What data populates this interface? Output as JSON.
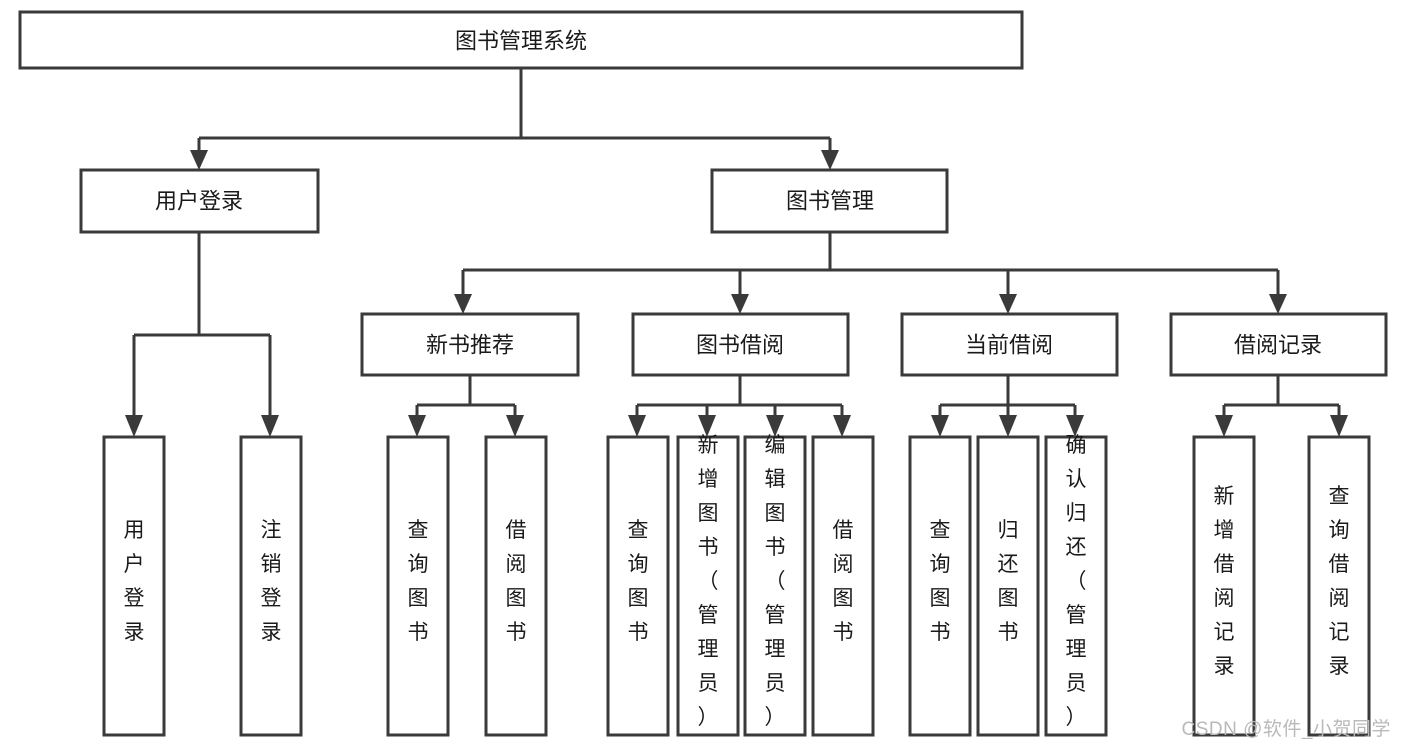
{
  "diagram": {
    "title": "图书管理系统",
    "type": "hierarchy-tree",
    "orientation": "top-down",
    "background_color": "#ffffff",
    "box_stroke_color": "#3a3a3a",
    "box_fill_color": "#ffffff",
    "text_color": "#1a1a1a",
    "levels": [
      {
        "level": 1,
        "nodes": [
          {
            "id": "root",
            "label": "图书管理系统",
            "text_orientation": "horizontal"
          }
        ]
      },
      {
        "level": 2,
        "nodes": [
          {
            "id": "login",
            "label": "用户登录",
            "text_orientation": "horizontal",
            "parent": "root"
          },
          {
            "id": "bookmgmt",
            "label": "图书管理",
            "text_orientation": "horizontal",
            "parent": "root"
          }
        ]
      },
      {
        "level": 3,
        "nodes": [
          {
            "id": "newbook",
            "label": "新书推荐",
            "text_orientation": "horizontal",
            "parent": "bookmgmt"
          },
          {
            "id": "borrow",
            "label": "图书借阅",
            "text_orientation": "horizontal",
            "parent": "bookmgmt"
          },
          {
            "id": "current",
            "label": "当前借阅",
            "text_orientation": "horizontal",
            "parent": "bookmgmt"
          },
          {
            "id": "records",
            "label": "借阅记录",
            "text_orientation": "horizontal",
            "parent": "bookmgmt"
          }
        ]
      },
      {
        "level": 4,
        "nodes": [
          {
            "id": "leaf-login-1",
            "label": "用户登录",
            "text_orientation": "vertical",
            "parent": "login"
          },
          {
            "id": "leaf-login-2",
            "label": "注销登录",
            "text_orientation": "vertical",
            "parent": "login"
          },
          {
            "id": "leaf-newbook-1",
            "label": "查询图书",
            "text_orientation": "vertical",
            "parent": "newbook"
          },
          {
            "id": "leaf-newbook-2",
            "label": "借阅图书",
            "text_orientation": "vertical",
            "parent": "newbook"
          },
          {
            "id": "leaf-borrow-1",
            "label": "查询图书",
            "text_orientation": "vertical",
            "parent": "borrow"
          },
          {
            "id": "leaf-borrow-2",
            "label": "新增图书（管理员）",
            "text_orientation": "vertical",
            "parent": "borrow"
          },
          {
            "id": "leaf-borrow-3",
            "label": "编辑图书（管理员）",
            "text_orientation": "vertical",
            "parent": "borrow"
          },
          {
            "id": "leaf-borrow-4",
            "label": "借阅图书",
            "text_orientation": "vertical",
            "parent": "borrow"
          },
          {
            "id": "leaf-current-1",
            "label": "查询图书",
            "text_orientation": "vertical",
            "parent": "current"
          },
          {
            "id": "leaf-current-2",
            "label": "归还图书",
            "text_orientation": "vertical",
            "parent": "current"
          },
          {
            "id": "leaf-current-3",
            "label": "确认归还（管理员）",
            "text_orientation": "vertical",
            "parent": "current"
          },
          {
            "id": "leaf-records-1",
            "label": "新增借阅记录",
            "text_orientation": "vertical",
            "parent": "records"
          },
          {
            "id": "leaf-records-2",
            "label": "查询借阅记录",
            "text_orientation": "vertical",
            "parent": "records"
          }
        ]
      }
    ]
  },
  "watermark": {
    "text": "CSDN @软件_小贺同学",
    "color": "#b9b9b9"
  }
}
